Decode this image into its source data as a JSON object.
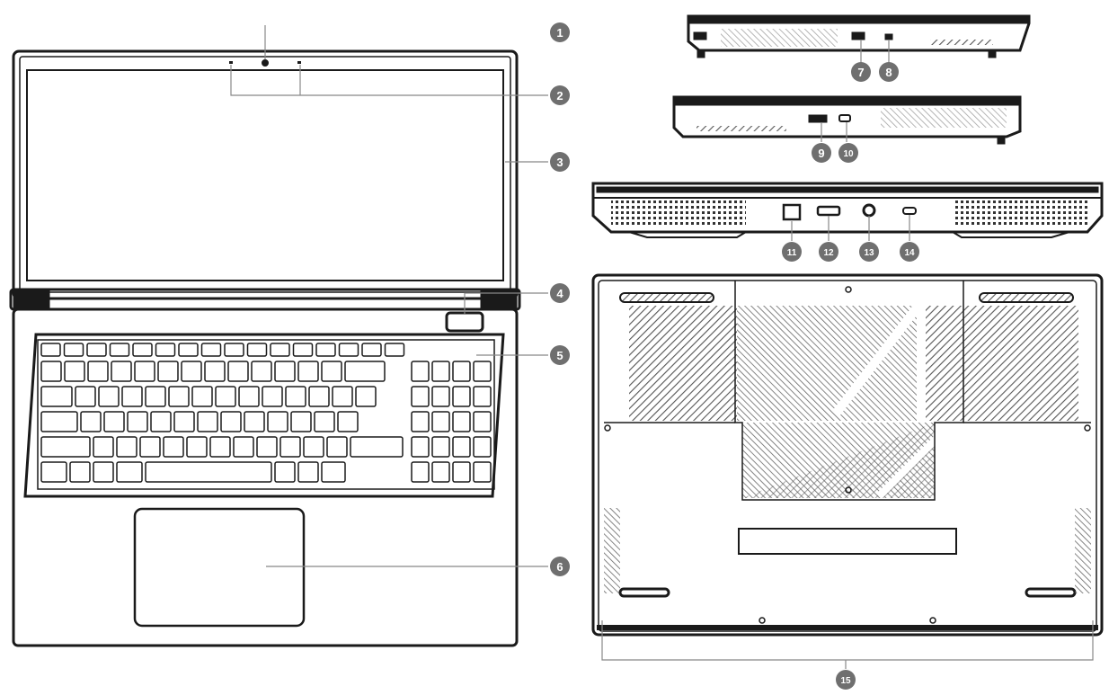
{
  "diagram": {
    "views": [
      "top-open-view",
      "left-side-view",
      "right-side-view",
      "rear-view",
      "bottom-view"
    ],
    "callouts": [
      {
        "id": "1",
        "label": "1"
      },
      {
        "id": "2",
        "label": "2"
      },
      {
        "id": "3",
        "label": "3"
      },
      {
        "id": "4",
        "label": "4"
      },
      {
        "id": "5",
        "label": "5"
      },
      {
        "id": "6",
        "label": "6"
      },
      {
        "id": "7",
        "label": "7"
      },
      {
        "id": "8",
        "label": "8"
      },
      {
        "id": "9",
        "label": "9"
      },
      {
        "id": "10",
        "label": "10"
      },
      {
        "id": "11",
        "label": "11"
      },
      {
        "id": "12",
        "label": "12"
      },
      {
        "id": "13",
        "label": "13"
      },
      {
        "id": "14",
        "label": "14"
      },
      {
        "id": "15",
        "label": "15"
      }
    ],
    "colors": {
      "line": "#1a1a1a",
      "badge": "#6f6f6f",
      "hatch": "#555555",
      "fill": "#ffffff"
    }
  }
}
